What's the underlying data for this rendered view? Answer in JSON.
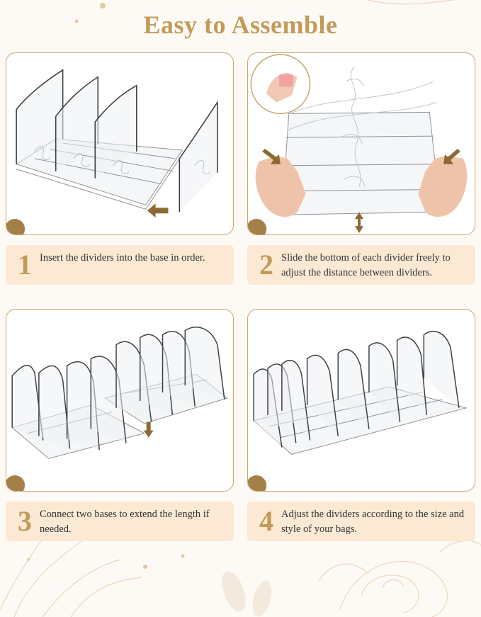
{
  "title": "Easy to Assemble",
  "steps": [
    {
      "number": "1",
      "text": "Insert the dividers into the base in order."
    },
    {
      "number": "2",
      "text": "Slide the bottom of each divider freely to adjust the distance between dividers."
    },
    {
      "number": "3",
      "text": "Connect two bases to extend the length if needed."
    },
    {
      "number": "4",
      "text": "Adjust the dividers according to the size and style of your bags."
    }
  ],
  "colors": {
    "accent": "#c49a58",
    "border": "#c8a46a",
    "step_background": "#fbe9d4",
    "dot": "#a47f48",
    "arrow": "#8c6a34"
  }
}
